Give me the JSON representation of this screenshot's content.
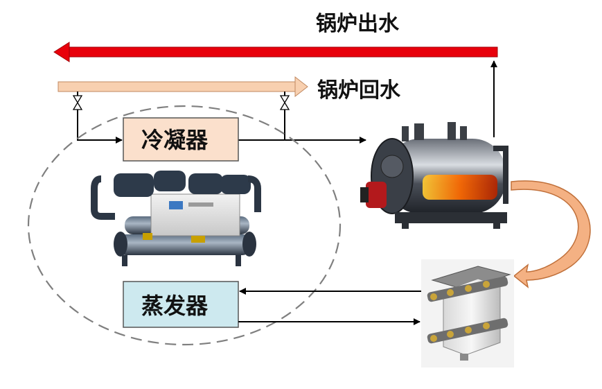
{
  "labels": {
    "boiler_outlet": "锅炉出水",
    "boiler_return": "锅炉回水",
    "condenser": "冷凝器",
    "evaporator": "蒸发器"
  },
  "colors": {
    "outlet_pipe": "#e8000b",
    "return_pipe": "#f8d0b0",
    "condenser_box": "#fbe0cc",
    "evaporator_box": "#cde9ef",
    "dashed_ellipse": "#7f7f7f",
    "curved_arrow": "#f4b183"
  },
  "icons": {
    "valve_left": "butterfly-valve-icon",
    "valve_right": "butterfly-valve-icon",
    "heat_pump_unit": "water-chiller-unit-image",
    "boiler": "industrial-boiler-image",
    "heat_exchanger": "plate-heat-exchanger-image"
  }
}
